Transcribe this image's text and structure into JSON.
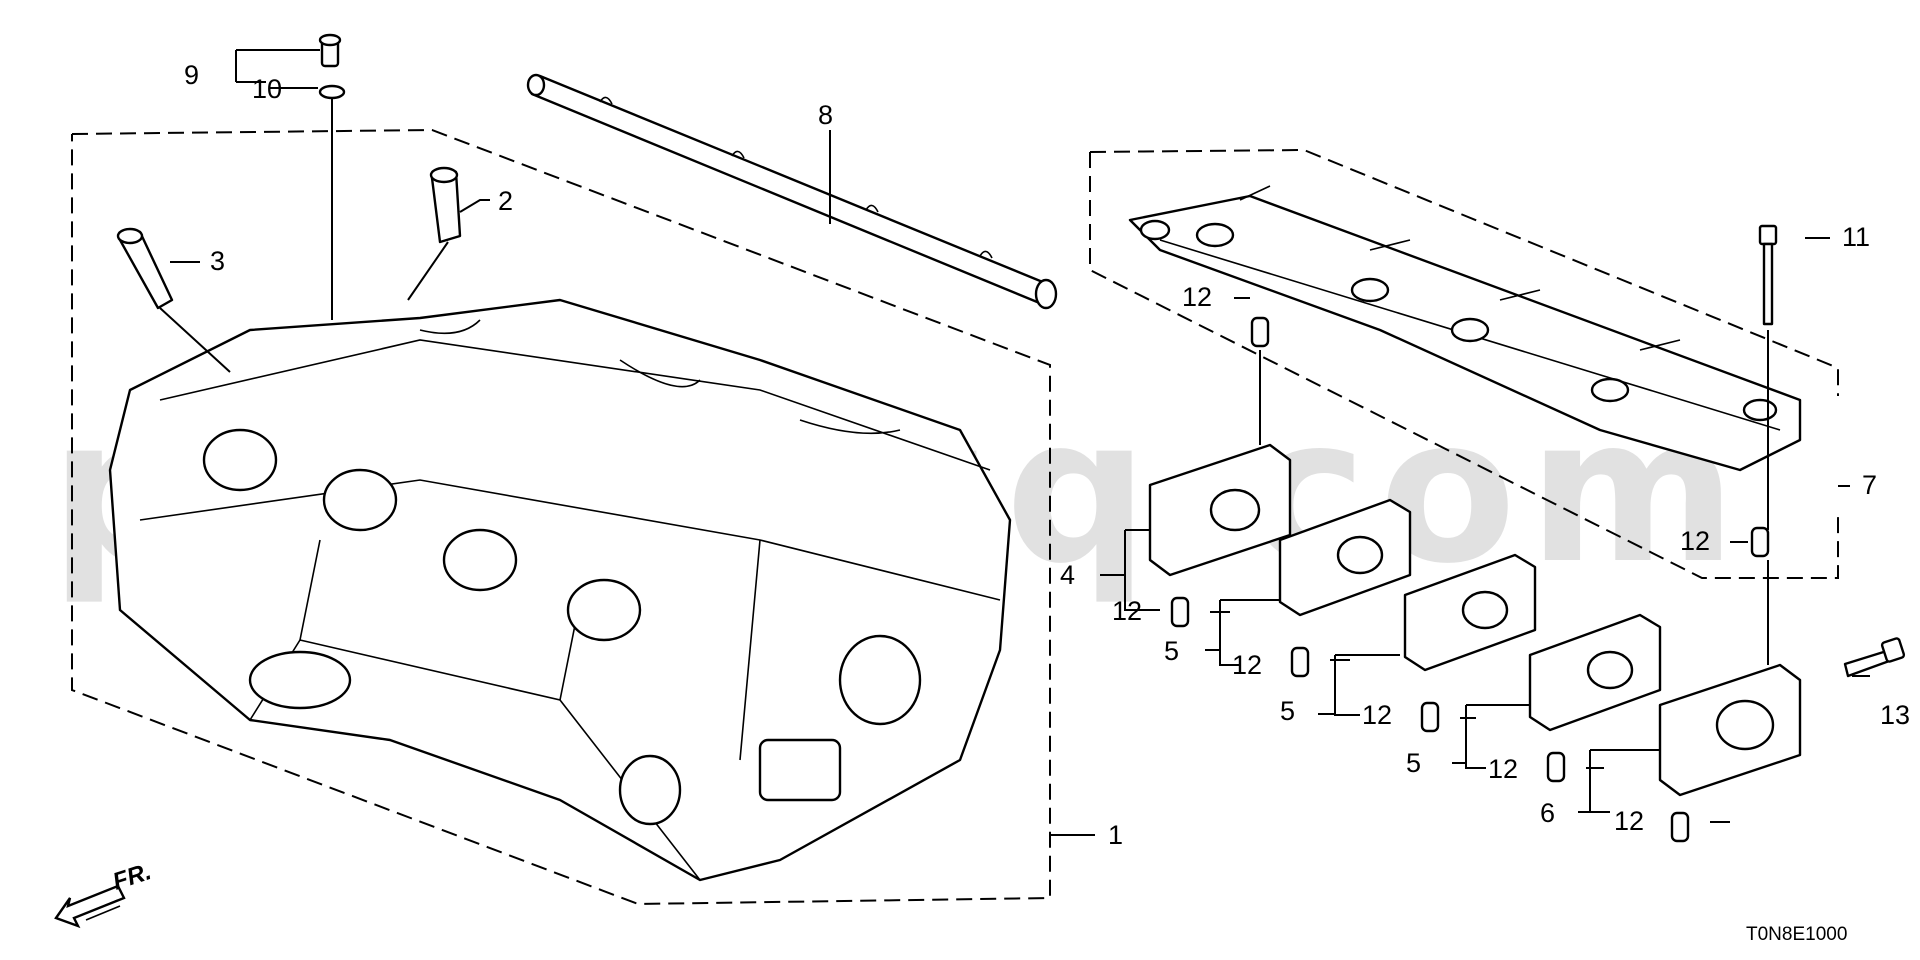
{
  "watermark": "partsouq.com",
  "diagram_code": "T0N8E1000",
  "direction_label": "FR.",
  "callouts": {
    "c1": "1",
    "c2": "2",
    "c3": "3",
    "c4": "4",
    "c5a": "5",
    "c5b": "5",
    "c5c": "5",
    "c6": "6",
    "c7": "7",
    "c8": "8",
    "c9": "9",
    "c10": "10",
    "c11": "11",
    "c12a": "12",
    "c12b": "12",
    "c12c": "12",
    "c12d": "12",
    "c12e": "12",
    "c12f": "12",
    "c12g": "12",
    "c12h": "12",
    "c13": "13"
  }
}
